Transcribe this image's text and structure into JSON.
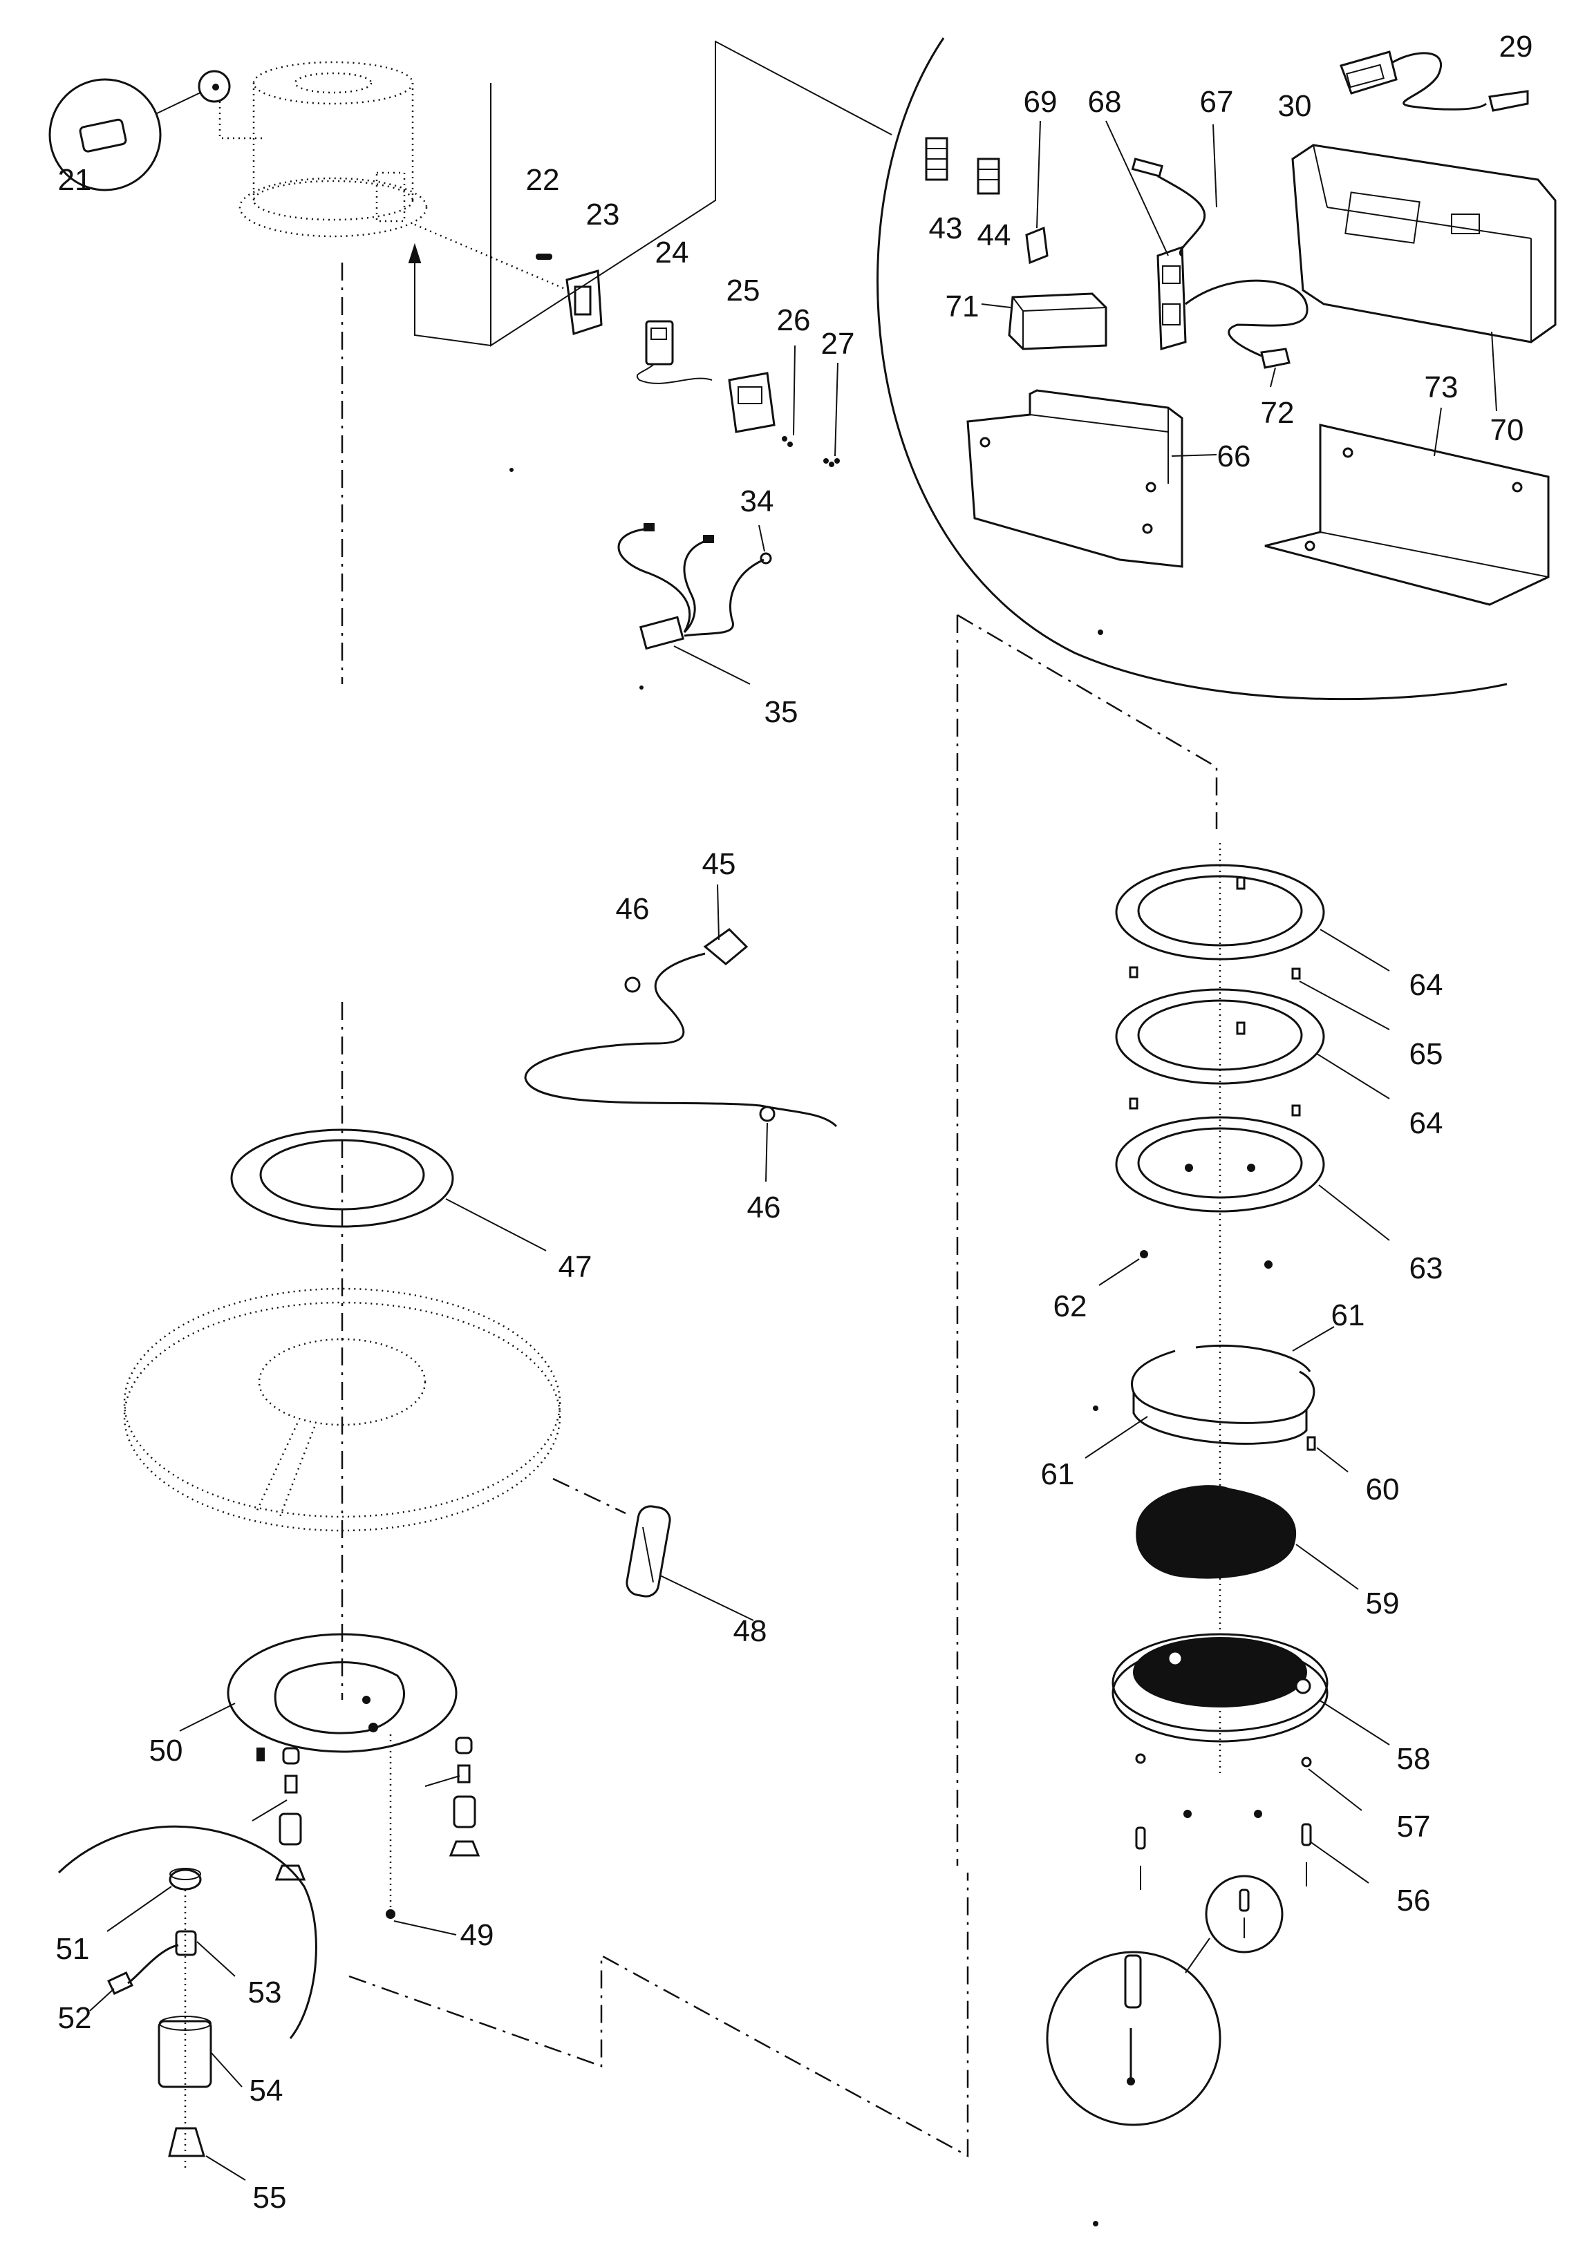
{
  "labels": [
    {
      "id": "l21",
      "text": "21"
    },
    {
      "id": "l22",
      "text": "22"
    },
    {
      "id": "l23",
      "text": "23"
    },
    {
      "id": "l24",
      "text": "24"
    },
    {
      "id": "l25",
      "text": "25"
    },
    {
      "id": "l26",
      "text": "26"
    },
    {
      "id": "l27",
      "text": "27"
    },
    {
      "id": "l29",
      "text": "29"
    },
    {
      "id": "l30",
      "text": "30"
    },
    {
      "id": "l34",
      "text": "34"
    },
    {
      "id": "l35",
      "text": "35"
    },
    {
      "id": "l43",
      "text": "43"
    },
    {
      "id": "l44",
      "text": "44"
    },
    {
      "id": "l45",
      "text": "45"
    },
    {
      "id": "l46a",
      "text": "46"
    },
    {
      "id": "l46b",
      "text": "46"
    },
    {
      "id": "l47",
      "text": "47"
    },
    {
      "id": "l48",
      "text": "48"
    },
    {
      "id": "l49",
      "text": "49"
    },
    {
      "id": "l50",
      "text": "50"
    },
    {
      "id": "l51",
      "text": "51"
    },
    {
      "id": "l52",
      "text": "52"
    },
    {
      "id": "l53",
      "text": "53"
    },
    {
      "id": "l54",
      "text": "54"
    },
    {
      "id": "l55",
      "text": "55"
    },
    {
      "id": "l56",
      "text": "56"
    },
    {
      "id": "l57",
      "text": "57"
    },
    {
      "id": "l58",
      "text": "58"
    },
    {
      "id": "l59",
      "text": "59"
    },
    {
      "id": "l60",
      "text": "60"
    },
    {
      "id": "l61a",
      "text": "61"
    },
    {
      "id": "l61b",
      "text": "61"
    },
    {
      "id": "l62",
      "text": "62"
    },
    {
      "id": "l63",
      "text": "63"
    },
    {
      "id": "l64a",
      "text": "64"
    },
    {
      "id": "l64b",
      "text": "64"
    },
    {
      "id": "l65",
      "text": "65"
    },
    {
      "id": "l66",
      "text": "66"
    },
    {
      "id": "l67",
      "text": "67"
    },
    {
      "id": "l68",
      "text": "68"
    },
    {
      "id": "l69",
      "text": "69"
    },
    {
      "id": "l70",
      "text": "70"
    },
    {
      "id": "l71",
      "text": "71"
    },
    {
      "id": "l72",
      "text": "72"
    },
    {
      "id": "l73",
      "text": "73"
    }
  ]
}
